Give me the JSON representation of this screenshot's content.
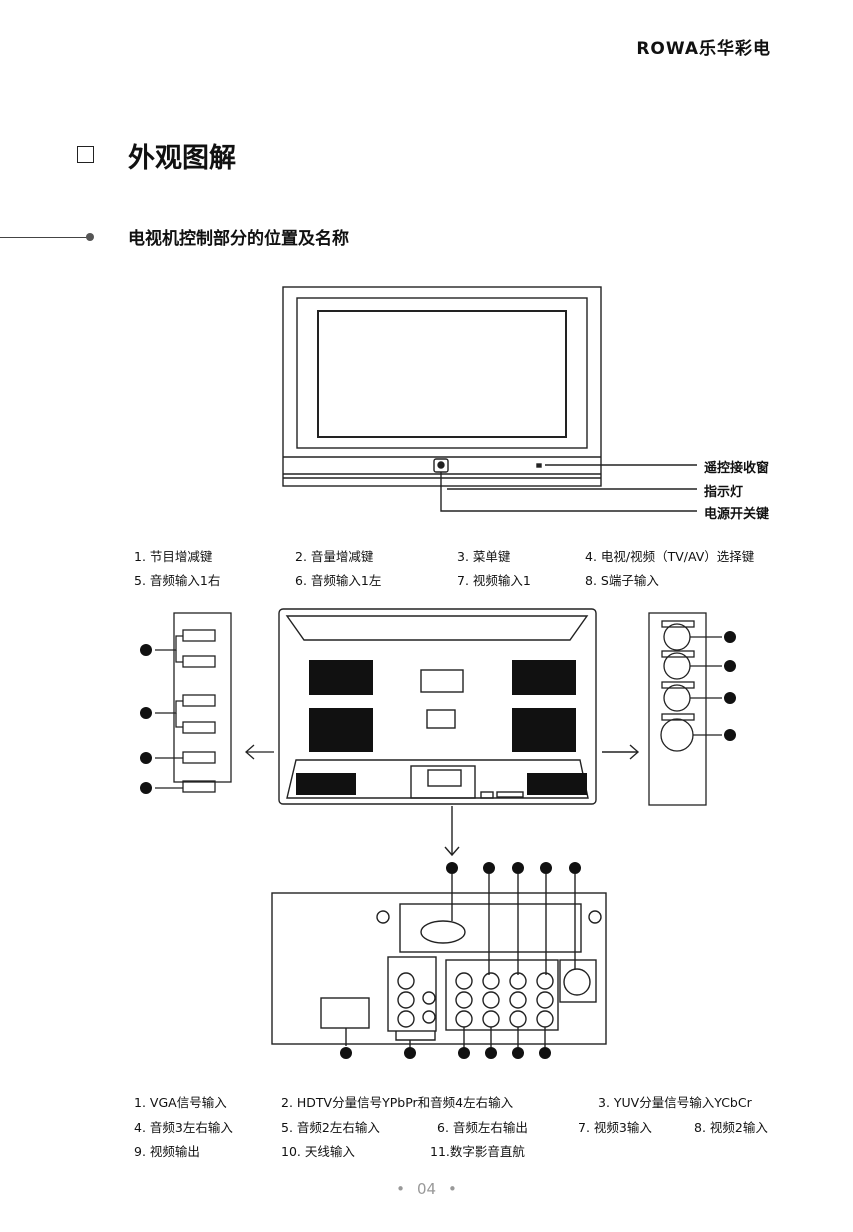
{
  "brand": "ROWA乐华彩电",
  "section_title": "外观图解",
  "subtitle": "电视机控制部分的位置及名称",
  "front_callouts": [
    "遥控接收窗",
    "指示灯",
    "电源开关键"
  ],
  "side_labels": [
    "1. 节目增减键",
    "2. 音量增减键",
    "3. 菜单键",
    "4. 电视/视频（TV/AV）选择键",
    "5. 音频输入1右",
    "6. 音频输入1左",
    "7. 视频输入1",
    "8. S端子输入"
  ],
  "rear_labels": [
    "1. VGA信号输入",
    "2. HDTV分量信号YPbPr和音频4左右输入",
    "3. YUV分量信号输入YCbCr",
    "4. 音频3左右输入",
    "5. 音频2左右输入",
    "6. 音频左右输出",
    "7. 视频3输入",
    "8. 视频2输入",
    "9. 视频输出",
    "10. 天线输入",
    "11.数字影音直航"
  ],
  "page_number": "04"
}
